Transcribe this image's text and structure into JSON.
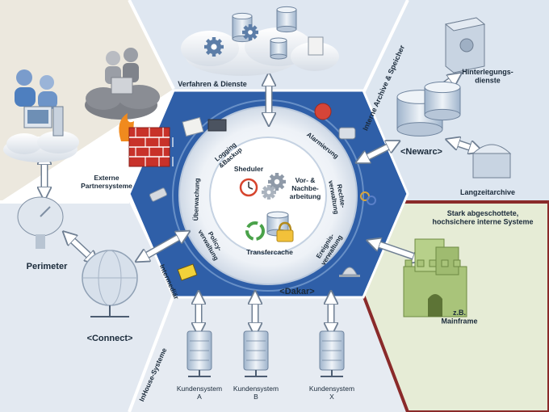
{
  "sectors": {
    "services": "Verfahren & Dienste",
    "archive": "Interne Archive & Speicher",
    "partner": "Externe\nPartnersysteme",
    "perimeter": "Perimeter",
    "intermediar": "Intermediär",
    "inhouse": "InHouse-Systeme",
    "secure": "Stark abgeschottete,\nhochsichere  interne Systeme"
  },
  "nodes": {
    "hinterlegung": "Hinterlegungs-\ndienste",
    "newarc": "<Newarc>",
    "langzeit": "Langzeitarchive",
    "connect": "<Connect>",
    "mainframe": "z.B.\nMainframe",
    "kunde_a": "Kundensystem\nA",
    "kunde_b": "Kundensystem\nB",
    "kunde_x": "Kundensystem\nX"
  },
  "hub": {
    "name": "<Dakar>",
    "ring": [
      "Logging\n&Backup",
      "Alarmierung",
      "Rechte-\nverwaltung",
      "Ereignis-\nverwaltung",
      "Policy-\nverwaltung",
      "Überwachung"
    ],
    "sheduler": "Sheduler",
    "vor": "Vor- &\nNachbe-\narbeitung",
    "transfer": "Transfercache"
  },
  "colors": {
    "hub_blue": "#2f5fa8",
    "beige": "#ece8de",
    "light_blue": "#dde6f0",
    "secure_green": "#e6ecd6",
    "secure_border": "#8a2a2a"
  }
}
